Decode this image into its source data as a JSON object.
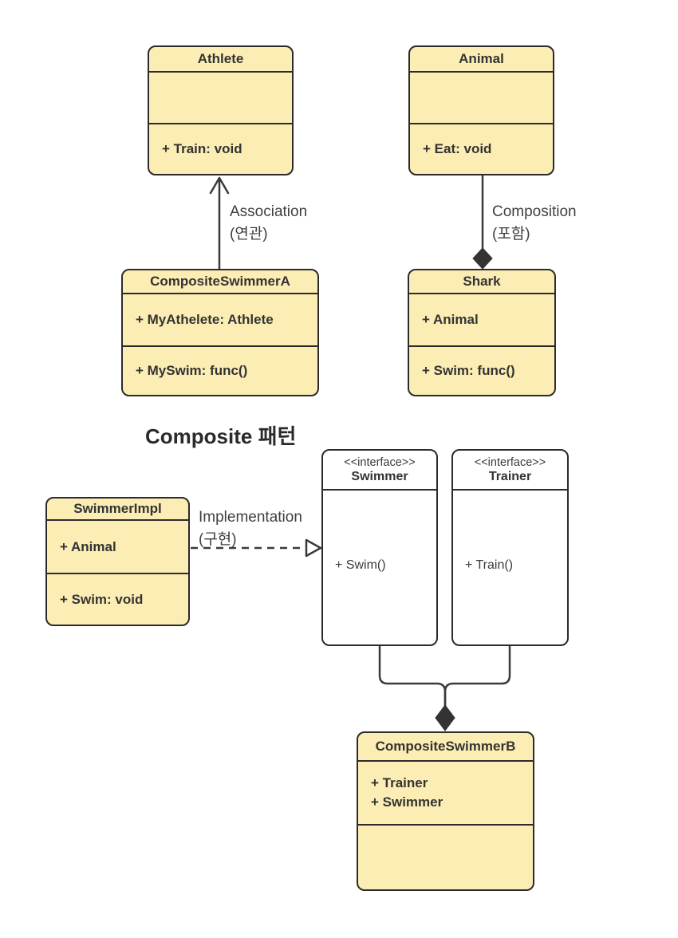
{
  "diagram": {
    "section_title": "Composite 패턴",
    "colors": {
      "node_fill": "#FBEDB3",
      "node_border": "#2B2B2B",
      "interface_fill": "#FFFFFF",
      "connector_line": "#3B3B3B",
      "node_text": "#333333",
      "label_text": "#3F3F3F",
      "background": "#FFFFFF"
    },
    "classes": {
      "athlete": {
        "name": "Athlete",
        "attributes": [],
        "operations": [
          "+ Train: void"
        ]
      },
      "animal": {
        "name": "Animal",
        "attributes": [],
        "operations": [
          "+ Eat: void"
        ]
      },
      "composite_swimmer_a": {
        "name": "CompositeSwimmerA",
        "attributes": [
          "+ MyAthelete: Athlete"
        ],
        "operations": [
          "+ MySwim: func()"
        ]
      },
      "shark": {
        "name": "Shark",
        "attributes": [
          "+ Animal"
        ],
        "operations": [
          "+ Swim: func()"
        ]
      },
      "swimmer_impl": {
        "name": "SwimmerImpl",
        "attributes": [
          "+ Animal"
        ],
        "operations": [
          "+ Swim: void"
        ]
      },
      "swimmer": {
        "stereotype": "<<interface>>",
        "name": "Swimmer",
        "operations": [
          "+ Swim()"
        ]
      },
      "trainer": {
        "stereotype": "<<interface>>",
        "name": "Trainer",
        "operations": [
          "+ Train()"
        ]
      },
      "composite_swimmer_b": {
        "name": "CompositeSwimmerB",
        "attributes": [
          "+ Trainer",
          "+ Swimmer"
        ],
        "operations": []
      }
    },
    "relationships": [
      {
        "type": "association",
        "label": "Association",
        "label_kr": "(연관)",
        "from": "CompositeSwimmerA",
        "to": "Athlete"
      },
      {
        "type": "composition",
        "label": "Composition",
        "label_kr": "(포함)",
        "from": "Animal",
        "to": "Shark"
      },
      {
        "type": "implementation",
        "label": "Implementation",
        "label_kr": "(구현)",
        "from": "SwimmerImpl",
        "to": "Swimmer"
      },
      {
        "type": "composition",
        "label": "",
        "label_kr": "",
        "from": "Swimmer, Trainer",
        "to": "CompositeSwimmerB"
      }
    ]
  }
}
